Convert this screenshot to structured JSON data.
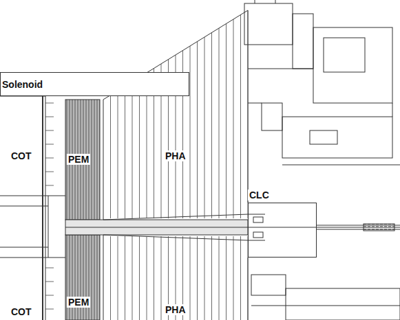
{
  "diagram": {
    "nodes": [
      {
        "text": [
          "Solenoid"
        ]
      },
      {
        "text": [
          "CLC"
        ]
      }
    ],
    "labels": [
      "COT",
      "PEM",
      "PHA",
      "COT",
      "PEM",
      "PHA"
    ]
  }
}
